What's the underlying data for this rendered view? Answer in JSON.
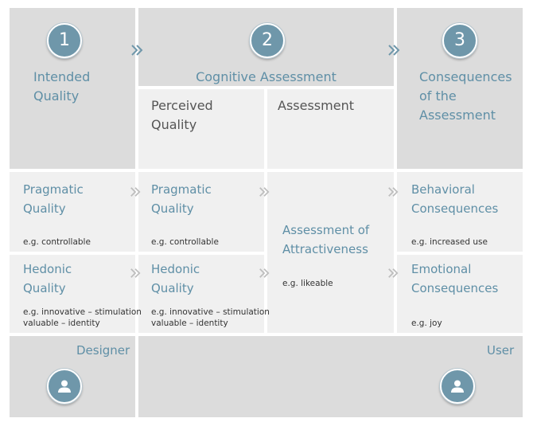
{
  "steps": {
    "one": {
      "number": "1",
      "title": "Intended\nQuality"
    },
    "two": {
      "number": "2",
      "title": "Cognitive Assessment"
    },
    "three": {
      "number": "3",
      "title": "Consequences\nof the\nAssessment"
    }
  },
  "subheaders": {
    "perceived": "Perceived\nQuality",
    "assessment": "Assessment"
  },
  "intended": {
    "pragmatic": {
      "title": "Pragmatic\nQuality",
      "example": "e.g. controllable"
    },
    "hedonic": {
      "title": "Hedonic\nQuality",
      "example": "e.g. innovative – stimulation\nvaluable – identity"
    }
  },
  "perceived": {
    "pragmatic": {
      "title": "Pragmatic\nQuality",
      "example": "e.g. controllable"
    },
    "hedonic": {
      "title": "Hedonic\nQuality",
      "example": "e.g. innovative – stimulation\nvaluable – identity"
    }
  },
  "attractiveness": {
    "title": "Assessment of\nAttractiveness",
    "example": "e.g. likeable"
  },
  "consequences": {
    "behavioral": {
      "title": "Behavioral\nConsequences",
      "example": "e.g. increased use"
    },
    "emotional": {
      "title": "Emotional\nConsequences",
      "example": "e.g. joy"
    }
  },
  "roles": {
    "designer": "Designer",
    "user": "User"
  },
  "icons": {
    "arrow": "double-chevron-right-icon",
    "person": "person-icon"
  },
  "colors": {
    "accent": "#6f97aa",
    "text_blue": "#5f8fa6",
    "dark_cell": "#dcdcdc",
    "light_cell": "#f0f0f0"
  }
}
